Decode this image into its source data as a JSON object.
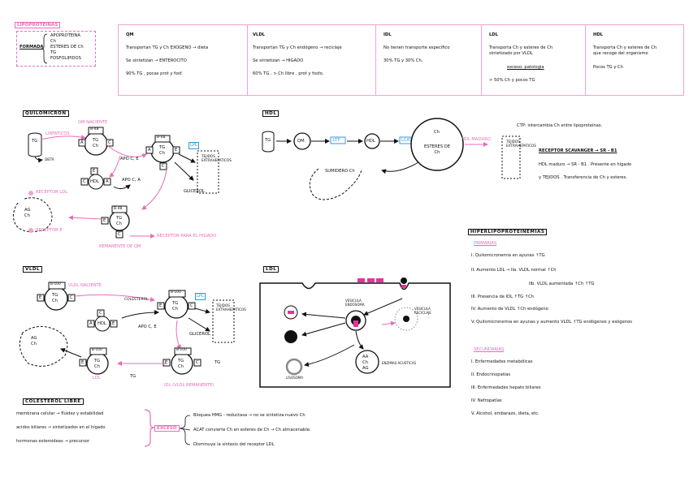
{
  "colors": {
    "pink": "#e66eb8",
    "light_pink": "#f2a2cf",
    "blue": "#2f9ee0",
    "ink": "#111111"
  },
  "title": "LIPOPROTEINAS",
  "formada": {
    "label": "FORMADA",
    "items": [
      "APOPROTEINA",
      "Ch",
      "ESTERES DE Ch",
      "TG",
      "FOSFOLIPIDOS"
    ]
  },
  "types": [
    {
      "name": "QM",
      "lines": [
        "Transportan TG y Ch EXOGENO → dieta",
        "Se sintetizan → ENTEROCITO",
        "90% TG , pocas prot y fosf."
      ]
    },
    {
      "name": "VLDL",
      "lines": [
        "Transportan TG y Ch endógeno → reciclaje",
        "Se sintetizan → HIGADO",
        "60% TG , > Ch libre , prot y fosfo."
      ]
    },
    {
      "name": "IDL",
      "lines": [
        "No tienen transporte específico",
        "30% TG y 30% Ch."
      ]
    },
    {
      "name": "LDL",
      "lines": [
        "Transporta Ch y esteres de Ch",
        "sintetizado por VLDL",
        "exceso: patologia",
        "> 50% Ch y pocos TG"
      ]
    },
    {
      "name": "HDL",
      "lines": [
        "Transporta Ch y esteres de Ch",
        "que recoge del organismo",
        "Pocos TG y Ch"
      ]
    }
  ],
  "quilomicron": {
    "title": "QUILOMICRON",
    "tg": "TG",
    "linfaticos": "LINFATICOS",
    "dieta": "DIETA",
    "naciente": "QM NACIENTE",
    "b48": "B-48",
    "tg_ch": [
      "TG",
      "Ch"
    ],
    "a": "A",
    "c": "C",
    "e": "E",
    "hdl": "HDL",
    "apo_ce": "APO C, E",
    "apo_ca": "APO C, A",
    "lpl": "LPL",
    "tejidos": "TEJIDOS EXTRAHEPATICOS",
    "glicerol": "GLICEROL",
    "receptor_ldl": "RECEPTOR LDL",
    "ag_ch": [
      "AG",
      "Ch"
    ],
    "receptor_e": "RECEPTOR E",
    "receptor_higado": "RECEPTOR PARA EL HIGADO",
    "remanente": "REMANENTE DE QM"
  },
  "hdl_section": {
    "title": "HDL",
    "tg": "TG",
    "qm": "QM",
    "ltp": "LTP",
    "hdl": "HDL",
    "lcat": "LCAT",
    "ch": "Ch",
    "esteres": "ESTERES DE Ch",
    "maduro": "HDL MADURO",
    "tejidos": "TEJIDOS EXTRAHEPATICOS",
    "sumidero": "SUMIDERO Ch",
    "ctp_line": "CTP: intercambia Ch entre lipoproteínas.",
    "receptor": "RECEPTOR SCAVANGER → SR - B1",
    "hdl_maduro": "HDL maduro → SR - B1 . Presente en hígado",
    "tejidos_line": "y TEJIDOS . Transferencia de Ch y esteres."
  },
  "hiper": {
    "title": "HIPERLIPOPROTEINEMIAS",
    "primarias": "PRIMARIAS",
    "primarias_items": [
      "I. Quilomicronemia en ayunas ↑TG",
      "II. Aumento LDL → IIa. VLDL normal ↑Ch",
      "IIb. VLDL aumentada ↑Ch ↑TG",
      "III. Presencia de IDL ↑TG ↑Ch",
      "IV. Aumento de VLDL ↑Ch endógeno",
      "V. Quilomicronemia en ayunas y aumento VLDL ↑TG endógenos y exógenos"
    ],
    "secundarias": "SECUNDARIAS",
    "secundarias_items": [
      "I. Enfermedades metabólicas",
      "II. Endocrinopatías",
      "III. Enfermedades hepato biliares",
      "IV. Nefropatías",
      "V. Alcohol, embarazo, dieta, etc."
    ]
  },
  "vldl": {
    "title": "VLDL",
    "b100": "B-100",
    "naciente": "VLDL NACIENTE",
    "tg_ch": [
      "TG",
      "Ch"
    ],
    "e": "E",
    "c": "C",
    "a": "A",
    "hdl": "HDL",
    "colesterol": "COLESTEROL",
    "apo_ce": "APO C, E",
    "lpl": "LPL",
    "tejidos": "TEJIDOS EXTRAHEPATICOS",
    "glicerol": "GLICEROL",
    "ag_ch": [
      "AG",
      "Ch"
    ],
    "ldl": "LDL",
    "idl": "IDL (VLDL REMANENTE)",
    "tg": "TG"
  },
  "ldl_section": {
    "title": "LDL",
    "vesicula": "VESICULA RECICLAJE",
    "endosoma": "VESICULA ENDOSOMA",
    "lisosoma": "LISOSOMA",
    "aa": [
      "AA",
      "Ch",
      "AG"
    ],
    "enzimas": "ENZIMAS ACUSTICAS"
  },
  "colesterol": {
    "title": "COLESTEROL LIBRE",
    "items": [
      "membrana celular → fluidez y estabilidad",
      "acidos biliares → sintetizados en el hígado",
      "hormonas esteroideas → precursor"
    ],
    "exceso": "EXCESO",
    "effects": [
      "Bloquea HMG - reductasa → no se sintetiza nuevo Ch",
      "ACAT convierte Ch en esteres de Ch → Ch almacenable.",
      "Disminuye la síntesis del receptor LDL"
    ]
  }
}
